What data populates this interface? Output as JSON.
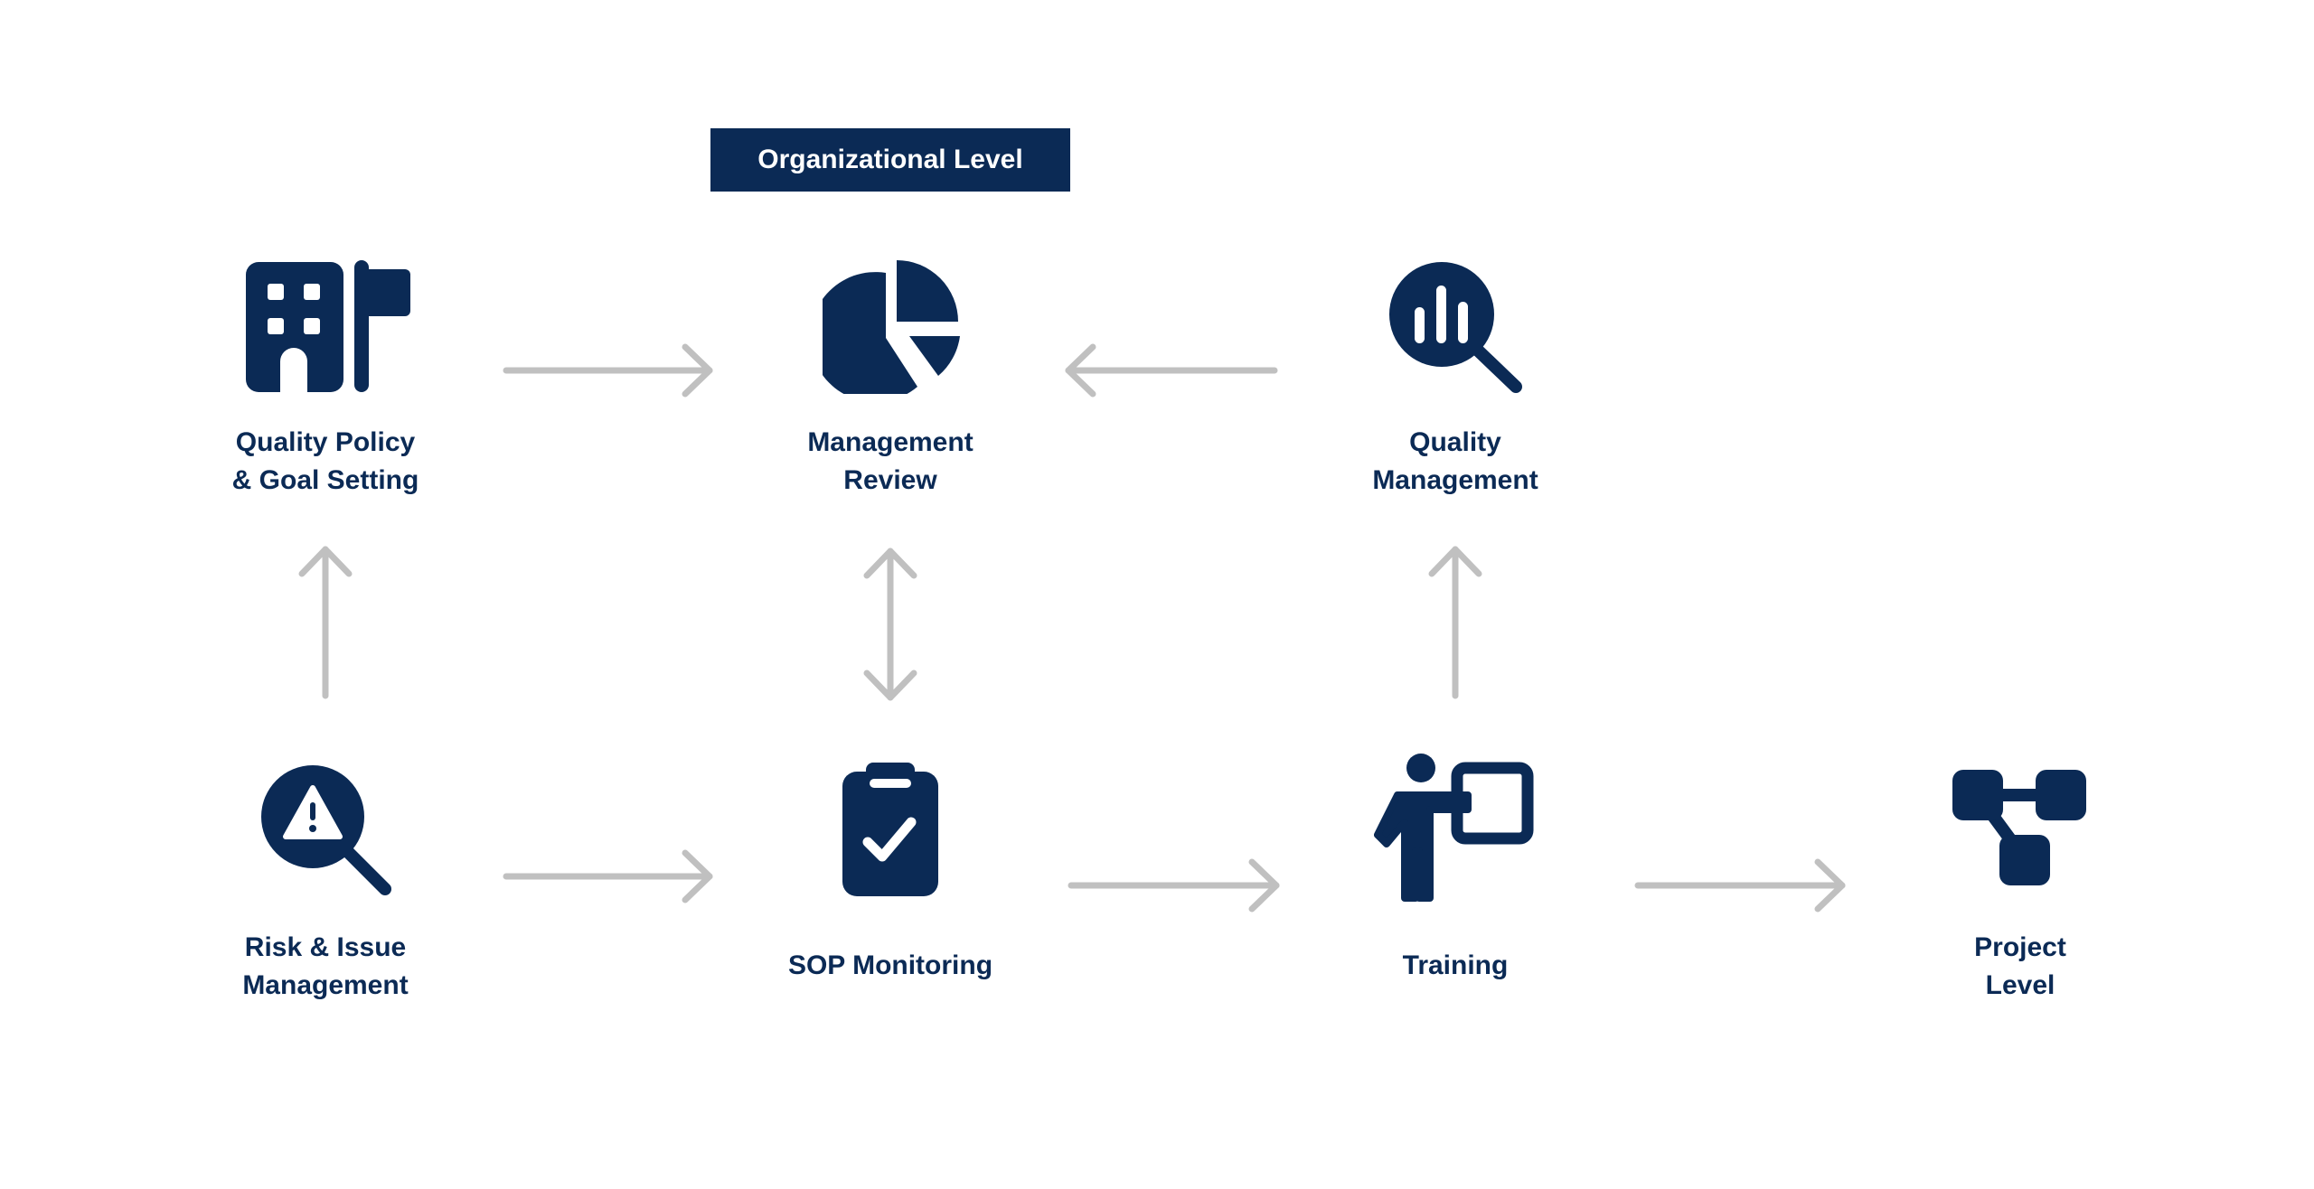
{
  "banner": "Organizational Level",
  "nodes": {
    "quality_policy": [
      "Quality Policy",
      "& Goal Setting"
    ],
    "management_review": [
      "Management",
      "Review"
    ],
    "quality_management": [
      "Quality",
      "Management"
    ],
    "risk_issue": [
      "Risk & Issue",
      "Management"
    ],
    "sop_monitoring": [
      "SOP Monitoring"
    ],
    "training": [
      "Training"
    ],
    "project_level": [
      "Project",
      "Level"
    ]
  },
  "icons": {
    "quality_policy": "building-flag-icon",
    "management_review": "pie-chart-icon",
    "quality_management": "chart-search-icon",
    "risk_issue": "warning-search-icon",
    "sop_monitoring": "clipboard-check-icon",
    "training": "presenter-board-icon",
    "project_level": "hierarchy-icon"
  },
  "colors": {
    "primary": "#0b2a55",
    "arrow": "#c0c0c0",
    "background": "#ffffff"
  }
}
